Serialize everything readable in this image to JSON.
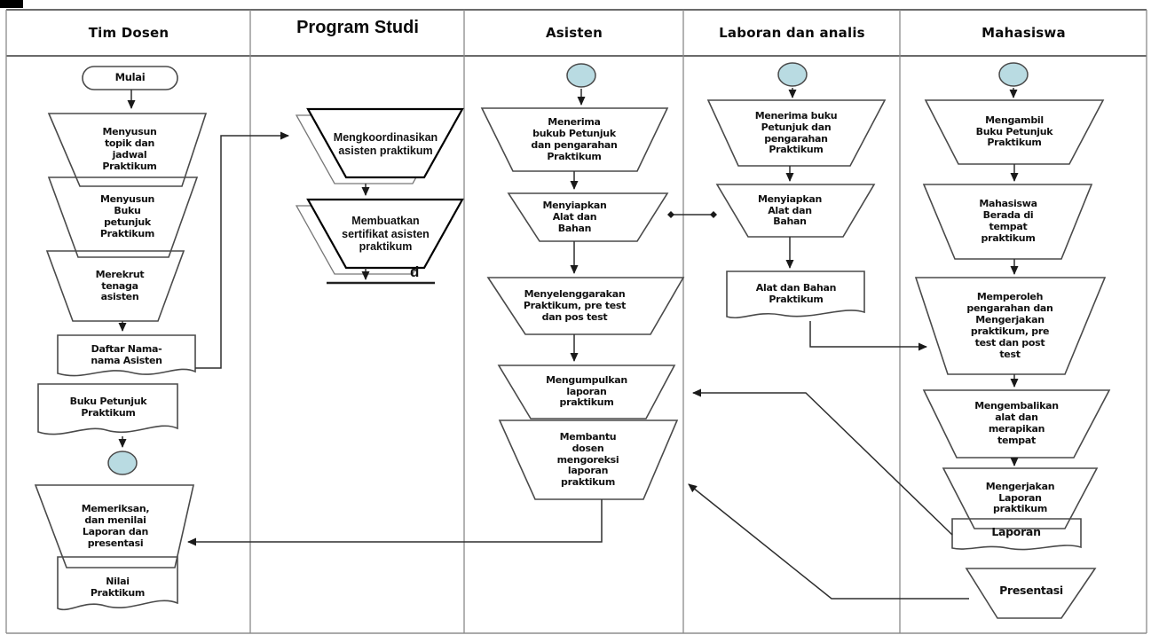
{
  "diagram": {
    "type": "swimlane-flowchart",
    "language": "Indonesian",
    "colors": {
      "connector_circle_fill": "#b9dbe2",
      "shape_border": "#4a4a4a",
      "flow_line": "#2e2e2e",
      "lane_line": "#8a8a8a",
      "text": "#111111"
    },
    "lanes": [
      {
        "title": "Tim Dosen",
        "nodes": [
          {
            "id": "mulai",
            "shape": "terminator",
            "label": "Mulai"
          },
          {
            "id": "menyusun-topik",
            "shape": "trapezoid",
            "label": "Menyusun\ntopik dan\njadwal\nPraktikum"
          },
          {
            "id": "menyusun-buku",
            "shape": "trapezoid",
            "label": "Menyusun\nBuku\npetunjuk\nPraktikum"
          },
          {
            "id": "merekrut-tenaga",
            "shape": "trapezoid",
            "label": "Merekrut\ntenaga\nasisten"
          },
          {
            "id": "daftar-nama",
            "shape": "document",
            "label": "Daftar Nama-\nnama Asisten"
          },
          {
            "id": "buku-petunjuk",
            "shape": "document",
            "label": "Buku Petunjuk\nPraktikum"
          },
          {
            "id": "memeriksa-menilai",
            "shape": "trapezoid",
            "label": "Memeriksan,\ndan menilai\nLaporan dan\npresentasi"
          },
          {
            "id": "nilai-praktikum",
            "shape": "document",
            "label": "Nilai\nPraktikum"
          }
        ]
      },
      {
        "title": "Program Studi",
        "nodes": [
          {
            "id": "mengkoordinasikan",
            "shape": "manual-operation",
            "label": "Mengkoordinasikan\nasisten praktikum"
          },
          {
            "id": "membuatkan-sertifikat",
            "shape": "manual-operation",
            "label": "Membuatkan\nsertifikat asisten\npraktikum"
          },
          {
            "id": "stray-letter",
            "shape": "text",
            "label": "d"
          }
        ]
      },
      {
        "title": "Asisten",
        "nodes": [
          {
            "id": "menerima-buku",
            "shape": "trapezoid",
            "label": "Menerima\nbukub Petunjuk\ndan pengarahan\nPraktikum"
          },
          {
            "id": "menyiapkan-alat",
            "shape": "trapezoid",
            "label": "Menyiapkan\nAlat dan\nBahan"
          },
          {
            "id": "menyelenggarakan",
            "shape": "trapezoid",
            "label": "Menyelenggarakan\nPraktikum, pre test\ndan pos test"
          },
          {
            "id": "mengumpulkan-laporan",
            "shape": "trapezoid",
            "label": "Mengumpulkan\nlaporan\npraktikum"
          },
          {
            "id": "membantu-dosen",
            "shape": "trapezoid",
            "label": "Membantu\ndosen\nmengoreksi\nlaporan\npraktikum"
          }
        ]
      },
      {
        "title": "Laboran dan analis",
        "nodes": [
          {
            "id": "menerima-buku-laboran",
            "shape": "trapezoid",
            "label": "Menerima buku\nPetunjuk dan\npengarahan\nPraktikum"
          },
          {
            "id": "menyiapkan-alat-laboran",
            "shape": "trapezoid",
            "label": "Menyiapkan\nAlat dan\nBahan"
          },
          {
            "id": "alat-bahan-praktikum",
            "shape": "document",
            "label": "Alat dan Bahan\nPraktikum"
          }
        ]
      },
      {
        "title": "Mahasiswa",
        "nodes": [
          {
            "id": "mengambil-buku",
            "shape": "trapezoid",
            "label": "Mengambil\nBuku Petunjuk\nPraktikum"
          },
          {
            "id": "berada-di-tempat",
            "shape": "trapezoid",
            "label": "Mahasiswa\nBerada di\ntempat\npraktikum"
          },
          {
            "id": "memperoleh-pengarahan",
            "shape": "trapezoid",
            "label": "Memperoleh\npengarahan dan\nMengerjakan\npraktikum, pre\ntest dan post\ntest"
          },
          {
            "id": "mengembalikan-alat",
            "shape": "trapezoid",
            "label": "Mengembalikan\nalat dan\nmerapikan\ntempat"
          },
          {
            "id": "mengerjakan-laporan",
            "shape": "trapezoid",
            "label": "Mengerjakan\nLaporan\npraktikum"
          },
          {
            "id": "laporan",
            "shape": "document",
            "label": "Laporan"
          },
          {
            "id": "presentasi",
            "shape": "trapezoid",
            "label": "Presentasi"
          }
        ]
      }
    ]
  }
}
